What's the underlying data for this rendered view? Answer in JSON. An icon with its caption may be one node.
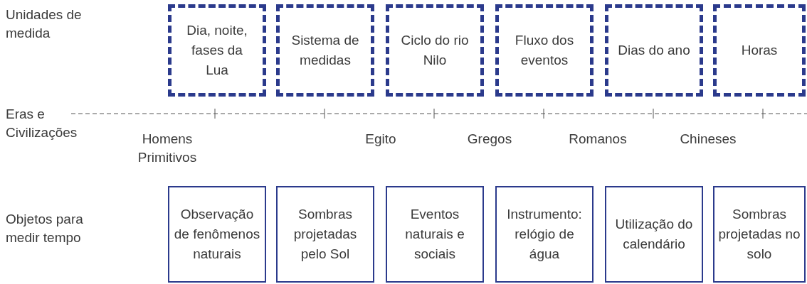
{
  "diagram": {
    "nodes": [
      {
        "text": [
          "Dia, noite, fases da Lua"
        ]
      },
      {
        "text": [
          "Sistema de medidas"
        ]
      },
      {
        "text": [
          "Ciclo do rio Nilo"
        ]
      },
      {
        "text": [
          "Fluxo dos eventos"
        ]
      },
      {
        "text": [
          "Dias do ano"
        ]
      },
      {
        "text": [
          "Horas"
        ]
      },
      {
        "text": [
          "Observação de fenômenos naturais"
        ]
      },
      {
        "text": [
          "Sombras projetadas pelo Sol"
        ]
      },
      {
        "text": [
          "Eventos naturais e sociais"
        ]
      },
      {
        "text": [
          "Instrumento: relógio de água"
        ]
      },
      {
        "text": [
          "Utilização do calendário"
        ]
      },
      {
        "text": [
          "Sombras projetadas no solo"
        ]
      }
    ],
    "edges": [],
    "labels": [
      "Unidades de medida",
      "Eras e Civilizações",
      "Homens Primitivos",
      "Egito",
      "Gregos",
      "Romanos",
      "Chineses",
      "Objetos para medir tempo"
    ]
  }
}
